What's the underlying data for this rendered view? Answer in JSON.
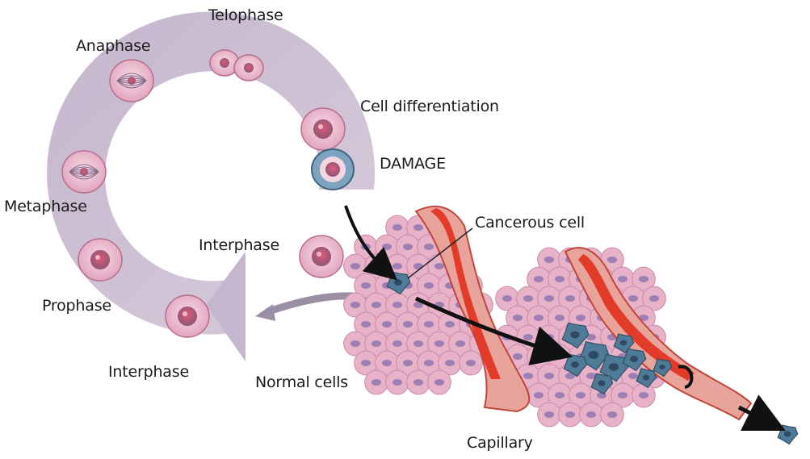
{
  "labels": {
    "telophase": "Telophase",
    "anaphase": "Anaphase",
    "cell_differentiation": "Cell differentiation",
    "damage": "DAMAGE",
    "metaphase": "Metaphase",
    "interphase_upper": "Interphase",
    "cancerous_cell": "Cancerous cell",
    "prophase": "Prophase",
    "interphase_lower": "Interphase",
    "normal_cells": "Normal cells",
    "capillary": "Capillary"
  },
  "colors": {
    "cycle_ring": "#c9bfcc",
    "normal_cell": "#e8b3c9",
    "cell_nucleus": "#9e7fb4",
    "cancer_cell": "#4f7a98",
    "capillary_wall": "#d9534a",
    "blood": "#e23b2a",
    "arrow": "#111111"
  }
}
